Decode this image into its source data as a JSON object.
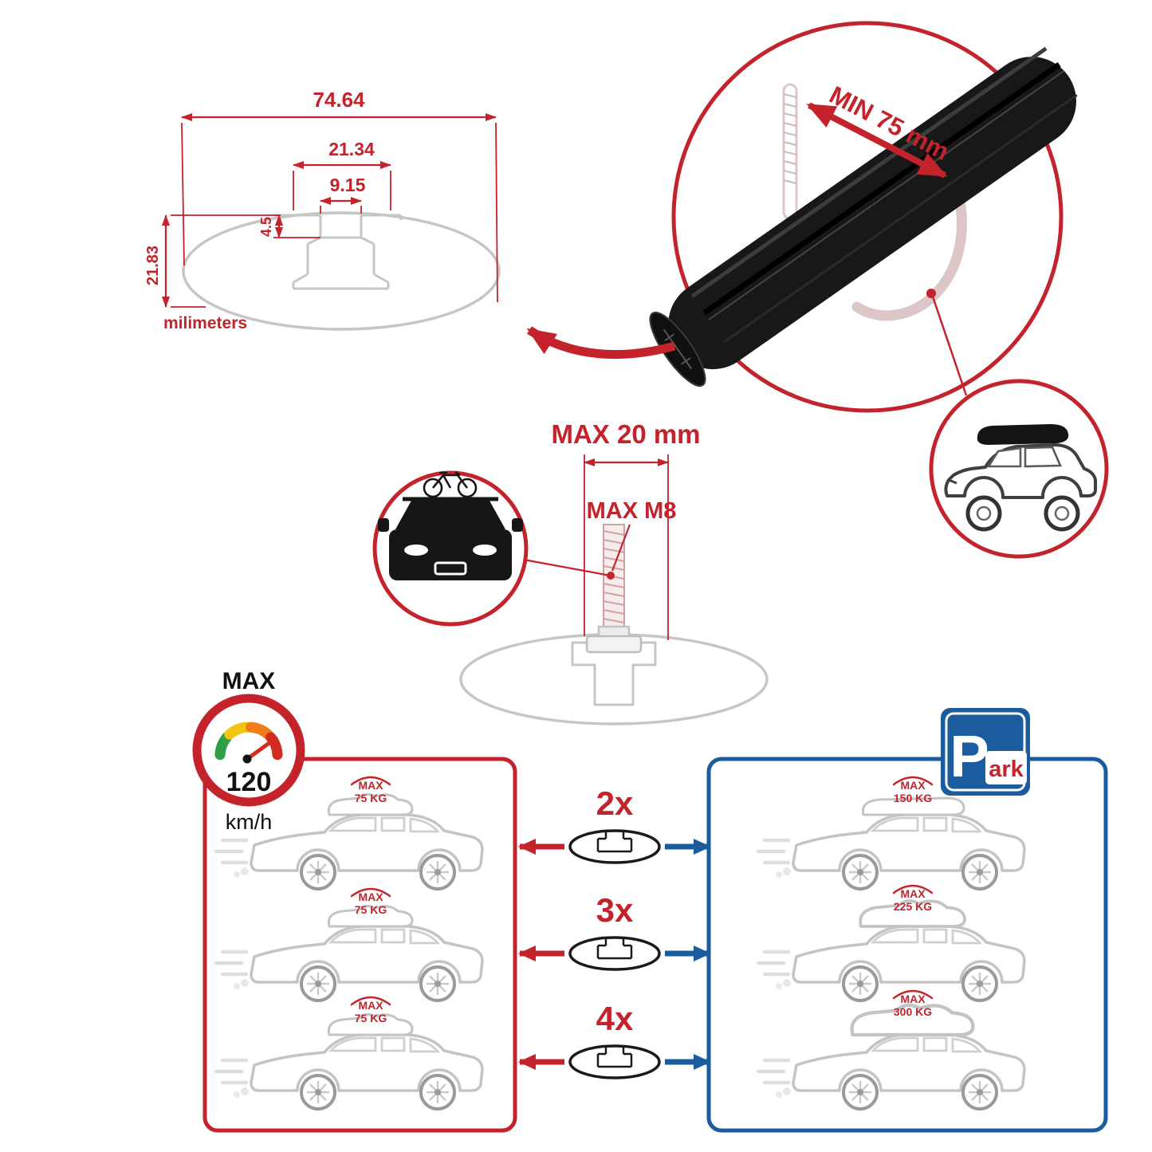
{
  "colors": {
    "accent_red": "#C4232B",
    "accent_blue": "#1B5C9E",
    "profile_gray": "#C6C6C6",
    "bar_black": "#181818"
  },
  "tech_drawing": {
    "dim_total_width": "74.64",
    "dim_channel_width": "21.34",
    "dim_slot_width": "9.15",
    "dim_slot_depth": "4.5",
    "dim_total_height": "21.83",
    "units_label": "milimeters"
  },
  "bar_detail": {
    "min_clamp_label": "MIN 75 mm"
  },
  "bolt_spec": {
    "max_length_label": "MAX 20 mm",
    "max_thread_label": "MAX M8"
  },
  "speed_gauge": {
    "title": "MAX",
    "value": "120",
    "unit": "km/h"
  },
  "load_chart": {
    "left_cars": [
      {
        "max": "MAX",
        "weight": "75 KG"
      },
      {
        "max": "MAX",
        "weight": "75 KG"
      },
      {
        "max": "MAX",
        "weight": "75 KG"
      }
    ],
    "multipliers": [
      "2x",
      "3x",
      "4x"
    ],
    "right_cars": [
      {
        "max": "MAX",
        "weight": "150 KG"
      },
      {
        "max": "MAX",
        "weight": "225 KG"
      },
      {
        "max": "MAX",
        "weight": "300 KG"
      }
    ],
    "parking_sign": {
      "letter": "P",
      "suffix": "ark"
    }
  }
}
